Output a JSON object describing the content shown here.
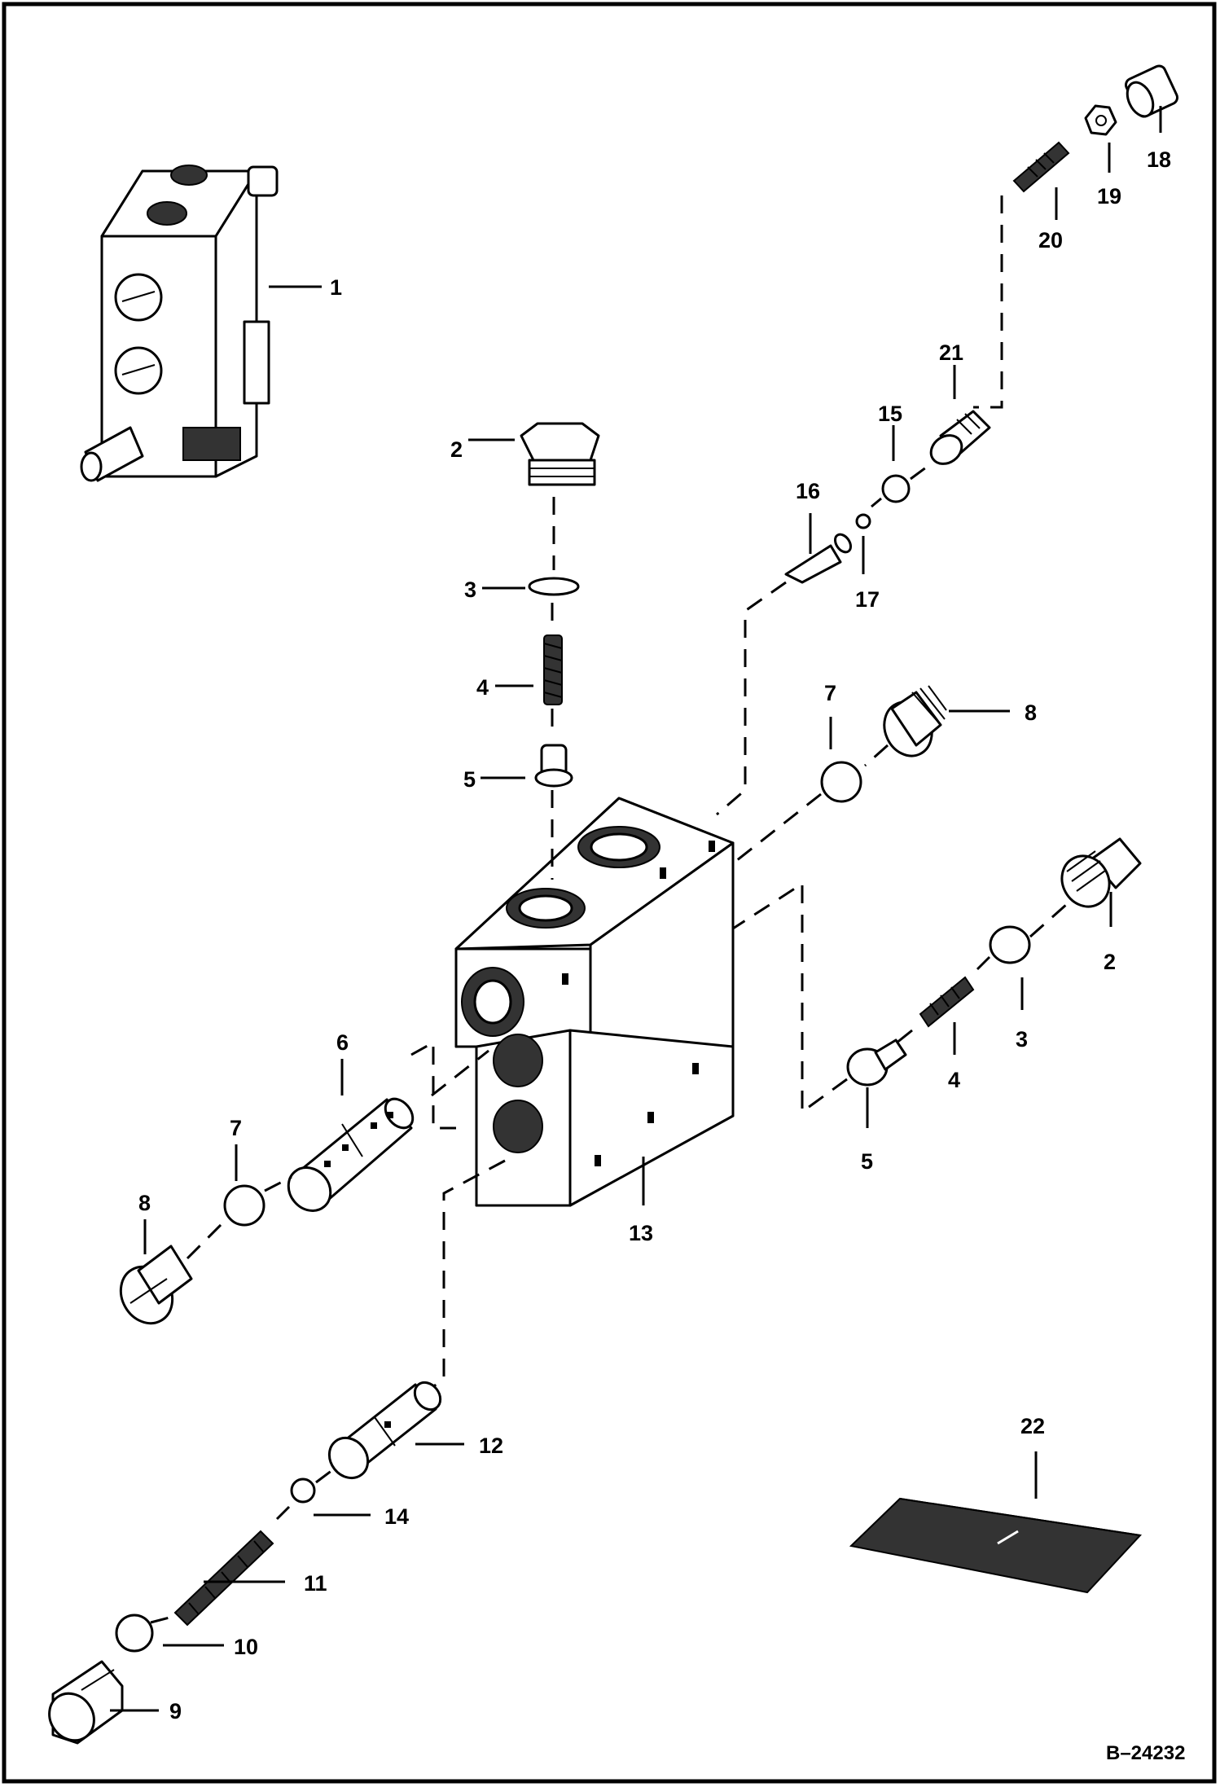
{
  "diagram": {
    "reference": "B–24232",
    "callouts": [
      {
        "id": "c1",
        "text": "1"
      },
      {
        "id": "c2a",
        "text": "2"
      },
      {
        "id": "c3a",
        "text": "3"
      },
      {
        "id": "c4a",
        "text": "4"
      },
      {
        "id": "c5a",
        "text": "5"
      },
      {
        "id": "c6",
        "text": "6"
      },
      {
        "id": "c7a",
        "text": "7"
      },
      {
        "id": "c8a",
        "text": "8"
      },
      {
        "id": "c7b",
        "text": "7"
      },
      {
        "id": "c8b",
        "text": "8"
      },
      {
        "id": "c2b",
        "text": "2"
      },
      {
        "id": "c3b",
        "text": "3"
      },
      {
        "id": "c4b",
        "text": "4"
      },
      {
        "id": "c5b",
        "text": "5"
      },
      {
        "id": "c9",
        "text": "9"
      },
      {
        "id": "c10",
        "text": "10"
      },
      {
        "id": "c11",
        "text": "11"
      },
      {
        "id": "c12",
        "text": "12"
      },
      {
        "id": "c13",
        "text": "13"
      },
      {
        "id": "c14",
        "text": "14"
      },
      {
        "id": "c15",
        "text": "15"
      },
      {
        "id": "c16",
        "text": "16"
      },
      {
        "id": "c17",
        "text": "17"
      },
      {
        "id": "c18",
        "text": "18"
      },
      {
        "id": "c19",
        "text": "19"
      },
      {
        "id": "c20",
        "text": "20"
      },
      {
        "id": "c21",
        "text": "21"
      },
      {
        "id": "c22",
        "text": "22"
      }
    ]
  }
}
